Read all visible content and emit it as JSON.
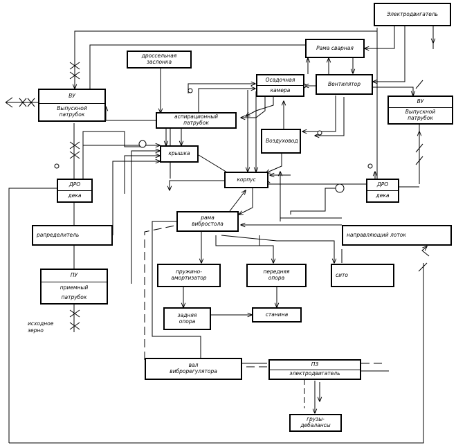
{
  "diagram": {
    "nodes": {
      "electric_motor": "Электродвигатель",
      "welded_frame": "Рама сварная",
      "settling_chamber": {
        "line1": "Осадочная",
        "line2": "камера"
      },
      "fan": "Вентилятор",
      "throttle_valve": {
        "line1": "дроссельная",
        "line2": "заслонка"
      },
      "vu_left": {
        "top": "ВУ",
        "line1": "Выпускной",
        "line2": "патрубок"
      },
      "vu_right": {
        "top": "ВУ",
        "line1": "Выпускной",
        "line2": "патрубок"
      },
      "aspiration_pipe": {
        "line1": "аспирационный",
        "line2": "патрубок"
      },
      "air_duct": "Воздуховод",
      "lid": "крышка",
      "dro_left": {
        "top": "ДРО",
        "bottom": "дека"
      },
      "dro_right": {
        "top": "ДРО",
        "bottom": "дека"
      },
      "body": "корпус",
      "distributor": "рапределитель",
      "vibro_table_frame": {
        "line1": "рама",
        "line2": "вибростола"
      },
      "guide_tray": "направляющий лоток",
      "pu": {
        "top": "ПУ",
        "line1": "приемный",
        "line2": "патрубок"
      },
      "spring_damper": {
        "line1": "пружино-",
        "line2": "амортизатор"
      },
      "front_support": {
        "line1": "передняя",
        "line2": "опора"
      },
      "sieve": "сито",
      "rear_support": {
        "line1": "задняя",
        "line2": "опора"
      },
      "frame_bed": "станина",
      "vibroregulator_shaft": {
        "line1": "вал",
        "line2": "виброрегулятора"
      },
      "pz": {
        "top": "ПЗ",
        "bottom": "электродвигатель"
      },
      "counterweights": {
        "line1": "грузы-",
        "line2": "дебалансы"
      }
    },
    "initial_grain": {
      "line1": "исходное",
      "line2": "зерно"
    }
  }
}
